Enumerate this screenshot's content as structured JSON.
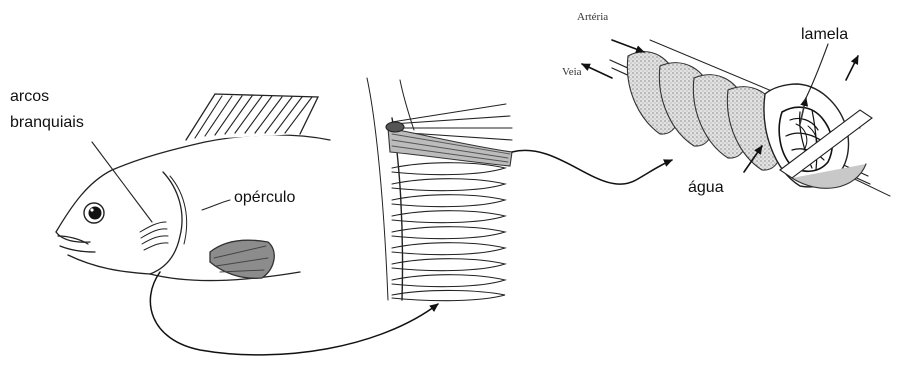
{
  "labels": {
    "gill_arches_line1": "arcos",
    "gill_arches_line2": "branquiais",
    "operculum": "opérculo",
    "lamella": "lamela",
    "water": "água",
    "artery": "Artéria",
    "vein": "Veia"
  },
  "colors": {
    "ink": "#111111",
    "shade": "#9a9a9a",
    "light_shade": "#cfcfcf",
    "background": "#ffffff"
  }
}
